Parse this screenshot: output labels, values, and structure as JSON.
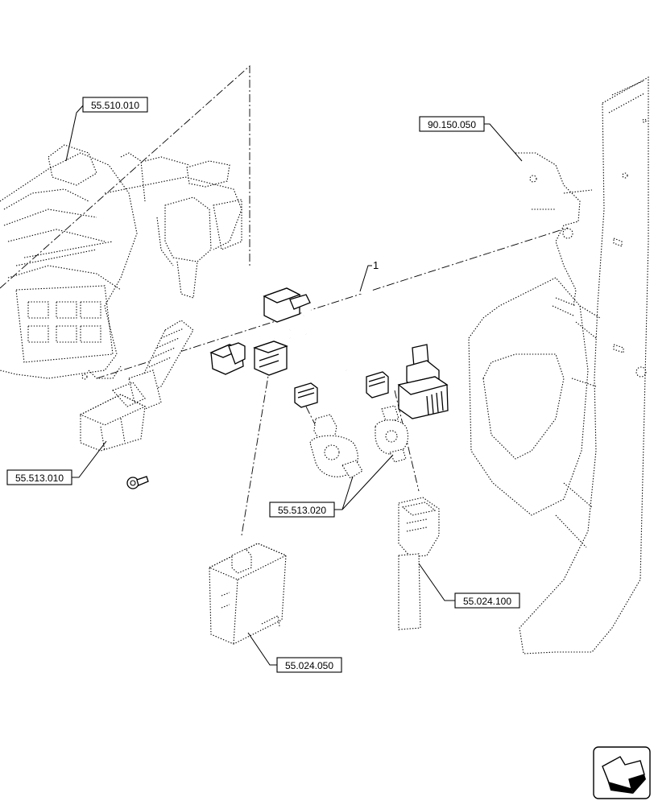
{
  "labels": {
    "ref_55_510_010": "55.510.010",
    "ref_90_150_050": "90.150.050",
    "ref_55_513_010": "55.513.010",
    "ref_55_513_020": "55.513.020",
    "ref_55_024_100": "55.024.100",
    "ref_55_024_050": "55.024.050",
    "item_1": "1"
  },
  "icons": {
    "navigation": "arrow-icon"
  }
}
